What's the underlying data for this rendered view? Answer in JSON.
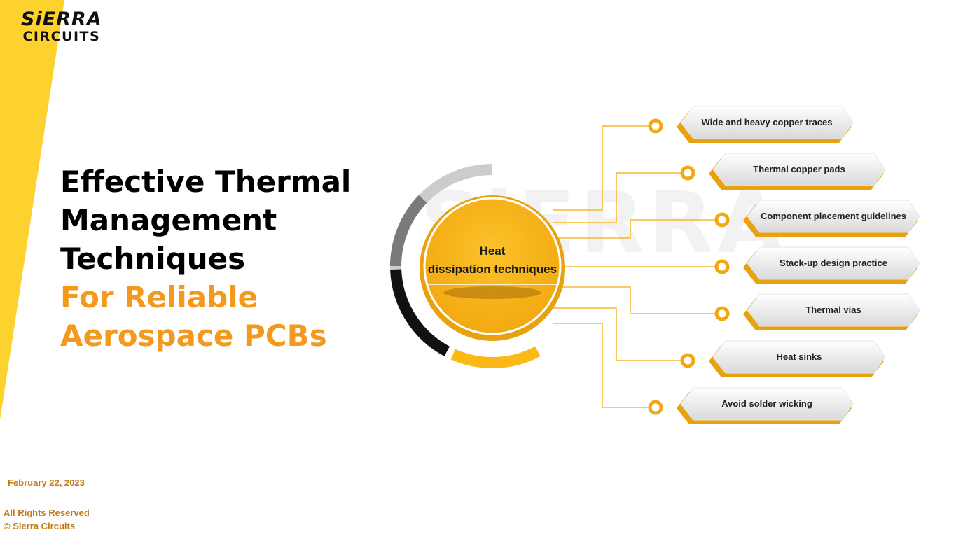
{
  "logo": {
    "line1": "SiERRA",
    "line2": "CIRCUITS"
  },
  "title": {
    "lines_black": [
      "Effective Thermal",
      "Management",
      "Techniques"
    ],
    "lines_orange": [
      "For Reliable",
      "Aerospace PCBs"
    ]
  },
  "date": "February 22, 2023",
  "footer": {
    "line1": "All Rights Reserved",
    "line2": "© Sierra Circuits"
  },
  "diagram": {
    "center_label": [
      "Heat",
      "dissipation techniques"
    ],
    "items": [
      "Wide and heavy copper traces",
      "Thermal copper pads",
      "Component placement guidelines",
      "Stack-up design practice",
      "Thermal vias",
      "Heat sinks",
      "Avoid solder wicking"
    ]
  },
  "colors": {
    "accent_yellow": "#fbb917",
    "orange": "#f39a1e",
    "footer_text": "#c27a12",
    "stripe": "#fdd22e"
  }
}
